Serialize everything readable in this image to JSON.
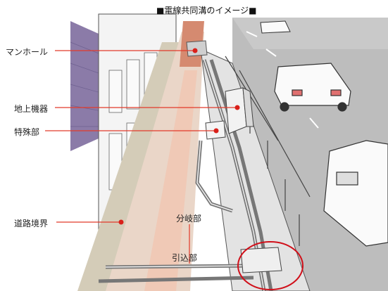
{
  "title": "■電線共同溝のイメージ■",
  "labels": {
    "manhole": "マンホール",
    "ground_equipment": "地上機器",
    "special_section": "特殊部",
    "road_boundary": "道路境界",
    "branch_section": "分岐部",
    "lead_in_section": "引込部"
  },
  "colors": {
    "leader_line": "#e23a2a",
    "marker_dot": "#d9201a",
    "highlight_circle": "#d0101a",
    "road": "#bcbcbc",
    "sidewalk_paving": "#e6b9a6",
    "roof": "#8a7aa6",
    "gravel": "#cfc6b2"
  }
}
